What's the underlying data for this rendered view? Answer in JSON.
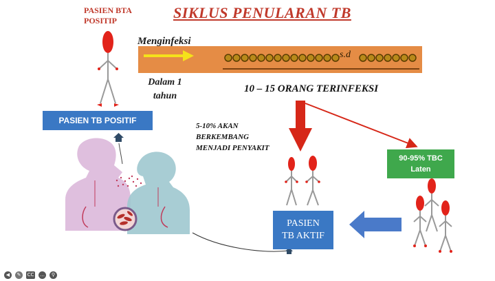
{
  "title": "SIKLUS PENULARAN TB",
  "pasien_bta": [
    "PASIEN BTA",
    "POSITIP"
  ],
  "menginfeksi": "Menginfeksi",
  "bar_suffix": "s.d",
  "dalam": [
    "Dalam 1",
    "tahun"
  ],
  "terinfeksi": "10 – 15 ORANG TERINFEKSI",
  "persen": [
    "5-10% AKAN",
    "BERKEMBANG",
    "MENJADI PENYAKIT"
  ],
  "box_positif": "PASIEN TB POSITIF",
  "box_laten": [
    "90-95% TBC",
    "Laten"
  ],
  "box_aktif": [
    "PASIEN",
    "TB AKTIF"
  ],
  "toolbar": {
    "icons": [
      "back-icon",
      "pen-icon",
      "captions-icon",
      "more-icon",
      "zoom-icon"
    ],
    "cc_label": "CC"
  },
  "colors": {
    "title_red": "#c0392b",
    "bar_orange": "#e8833a",
    "box_blue": "#3a78c4",
    "box_green": "#3fa84c",
    "arrow_red": "#d62718",
    "figure_red": "#e2231a"
  }
}
